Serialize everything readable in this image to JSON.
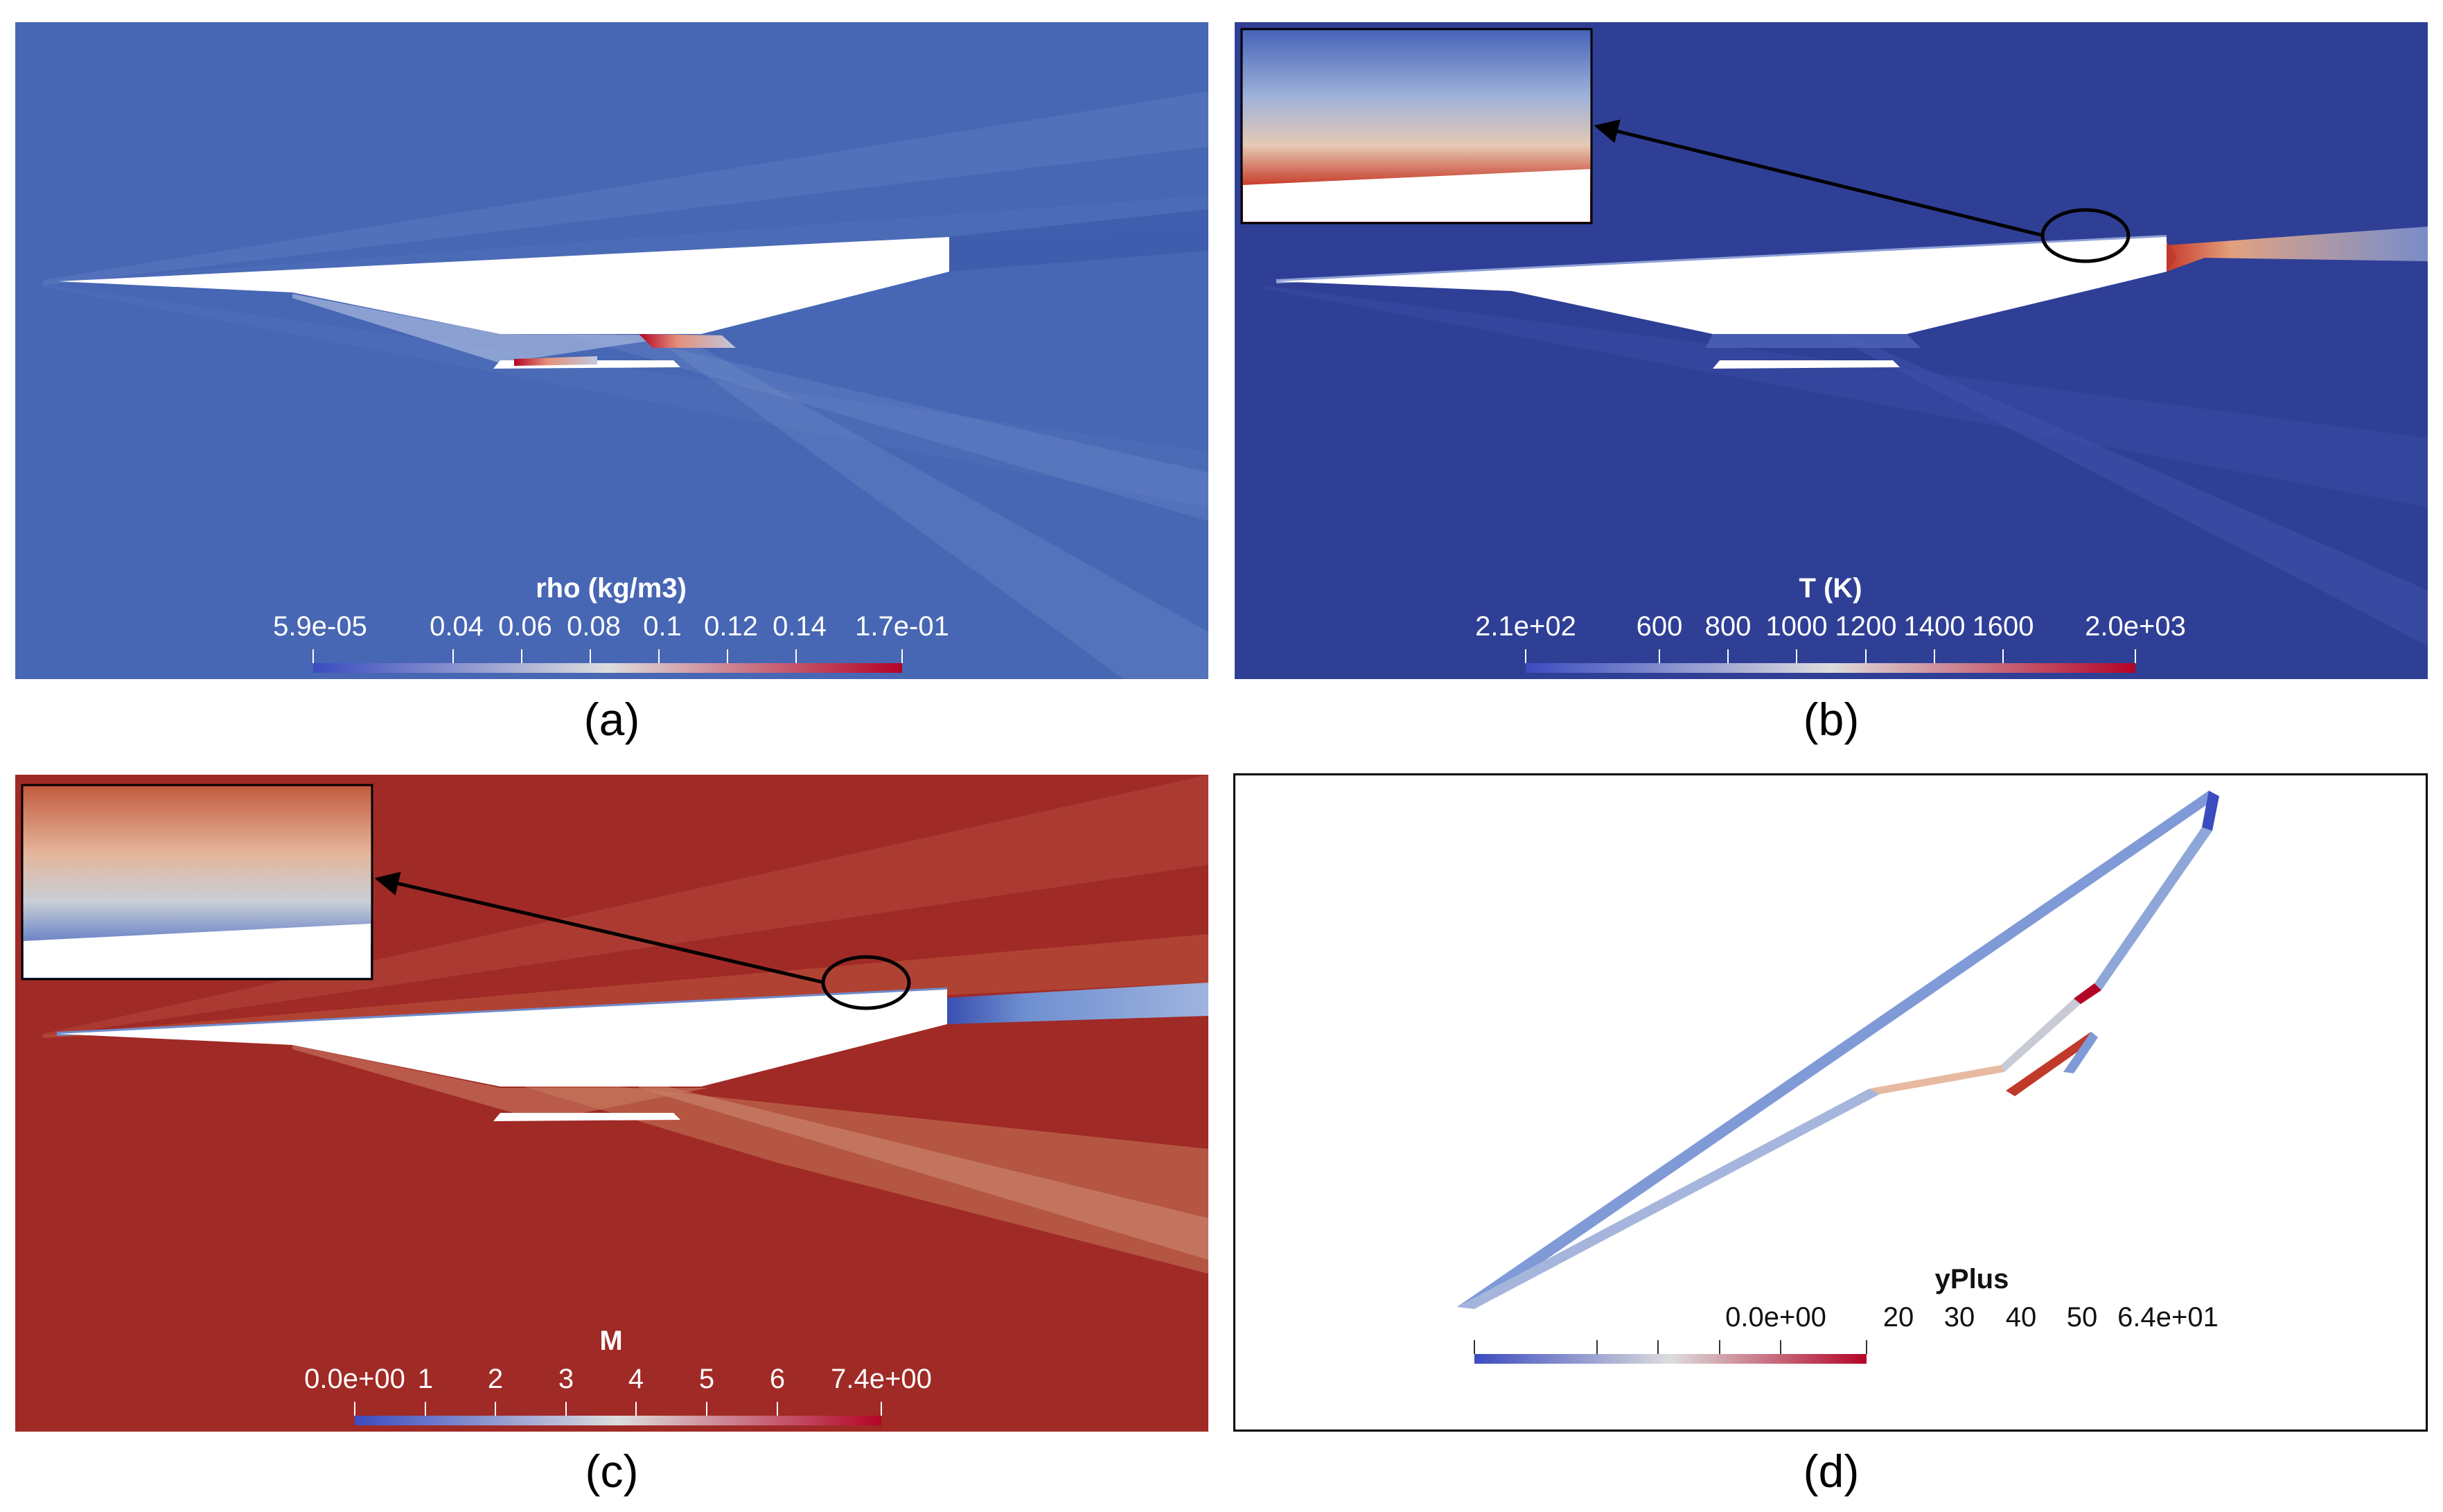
{
  "panels": {
    "a": {
      "caption": "(a)",
      "colorbar": {
        "title": "rho (kg/m3)",
        "ticks": [
          "5.9e-05",
          "0.04",
          "0.06",
          "0.08",
          "0.1",
          "0.12",
          "0.14",
          "1.7e-01"
        ]
      }
    },
    "b": {
      "caption": "(b)",
      "colorbar": {
        "title": "T (K)",
        "ticks": [
          "2.1e+02",
          "600",
          "800",
          "1000",
          "1200",
          "1400",
          "1600",
          "2.0e+03"
        ]
      }
    },
    "c": {
      "caption": "(c)",
      "colorbar": {
        "title": "M",
        "ticks": [
          "0.0e+00",
          "1",
          "2",
          "3",
          "4",
          "5",
          "6",
          "7.4e+00"
        ]
      }
    },
    "d": {
      "caption": "(d)",
      "colorbar": {
        "title": "yPlus",
        "ticks": [
          "0.0e+00",
          "20",
          "30",
          "40",
          "50",
          "6.4e+01"
        ]
      }
    }
  },
  "colors": {
    "cool_blue": "#3b4cc0",
    "neutral": "#dddddd",
    "warm_red": "#b40426",
    "density_bg": "#4766b4",
    "temperature_bg": "#2f3f96",
    "mach_bg": "#a02a26"
  }
}
